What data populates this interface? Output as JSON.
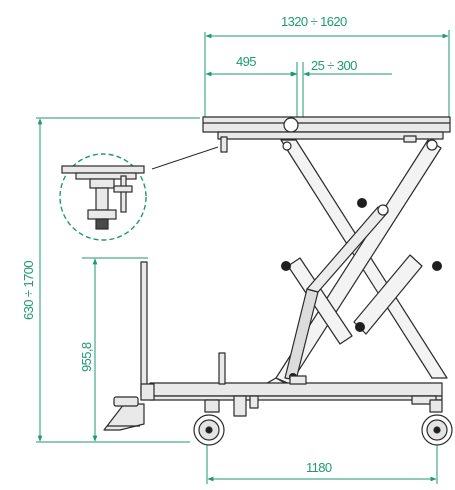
{
  "colors": {
    "dimension": "#1e9a73",
    "frame_fill": "#e9e9e9",
    "frame_stroke": "#2b2b2b",
    "background": "#ffffff"
  },
  "dimensions": {
    "overall_length": "1320 ÷ 1620",
    "platform_offset": "495",
    "extension": "25 ÷ 300",
    "height_range": "630 ÷ 1700",
    "handle_height": "955,8",
    "wheelbase": "1180"
  },
  "detail_callout": {
    "subject": "leveling-foot-detail"
  }
}
